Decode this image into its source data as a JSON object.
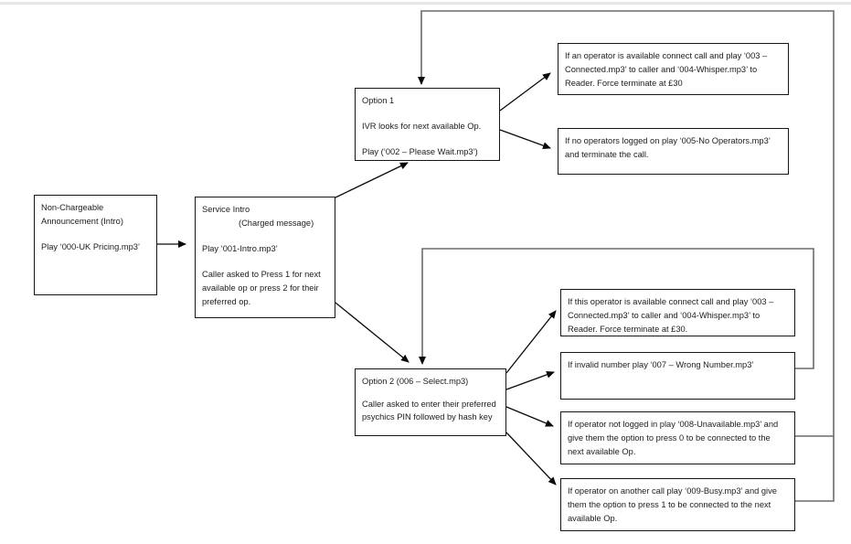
{
  "colors": {
    "box_border": "#161616",
    "text": "#1c1c1c",
    "arrow": "#0a0a0a",
    "loop_line": "#6a6a6a",
    "page_background": "#ffffff",
    "top_rule": "#e6e6e6"
  },
  "diagram": {
    "type": "flowchart",
    "nodes": {
      "non_chargeable": {
        "title": "Non-Chargeable Announcement (Intro)",
        "play": "Play ‘000-UK Pricing.mp3’"
      },
      "service_intro": {
        "title": "Service Intro",
        "subtitle": "(Charged message)",
        "play": "Play ‘001-Intro.mp3’",
        "body": "Caller asked to Press 1 for next available op or press 2 for their preferred op."
      },
      "option1": {
        "title": "Option 1",
        "body": "IVR looks for next available Op.",
        "play": "Play (‘002 – Please Wait.mp3’)"
      },
      "op_available": {
        "text": "If an operator is available connect call and play ‘003 – Connected.mp3’ to caller and ‘004-Whisper.mp3’ to Reader. Force terminate at £30"
      },
      "no_operators": {
        "text": "If no operators logged on play ‘005-No Operators.mp3’ and terminate the call."
      },
      "option2": {
        "title": "Option 2 (006 – Select.mp3)",
        "body": "Caller asked to enter their preferred psychics PIN followed by hash key"
      },
      "this_op_available": {
        "text": "If this operator is available connect call and play ‘003 – Connected.mp3’ to caller and ‘004-Whisper.mp3’ to Reader. Force terminate at £30."
      },
      "invalid_number": {
        "text": "If invalid number play ‘007 – Wrong Number.mp3’"
      },
      "op_not_logged_in": {
        "text": "If operator not logged in play ‘008-Unavailable.mp3’ and give them the option to press 0 to be connected to the next available Op."
      },
      "op_busy": {
        "text": "If operator on another call play ‘009-Busy.mp3’ and give them the option to press 1 to be connected to the next available Op."
      }
    }
  }
}
